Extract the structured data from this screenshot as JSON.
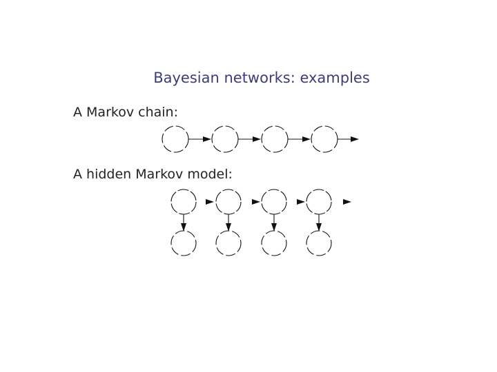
{
  "slide": {
    "title": "Bayesian networks: examples"
  },
  "markov_chain": {
    "caption": "A Markov chain:",
    "node_count": 4
  },
  "hidden_markov_model": {
    "caption": "A hidden Markov model:",
    "hidden_node_count": 4,
    "observed_node_count": 4
  }
}
